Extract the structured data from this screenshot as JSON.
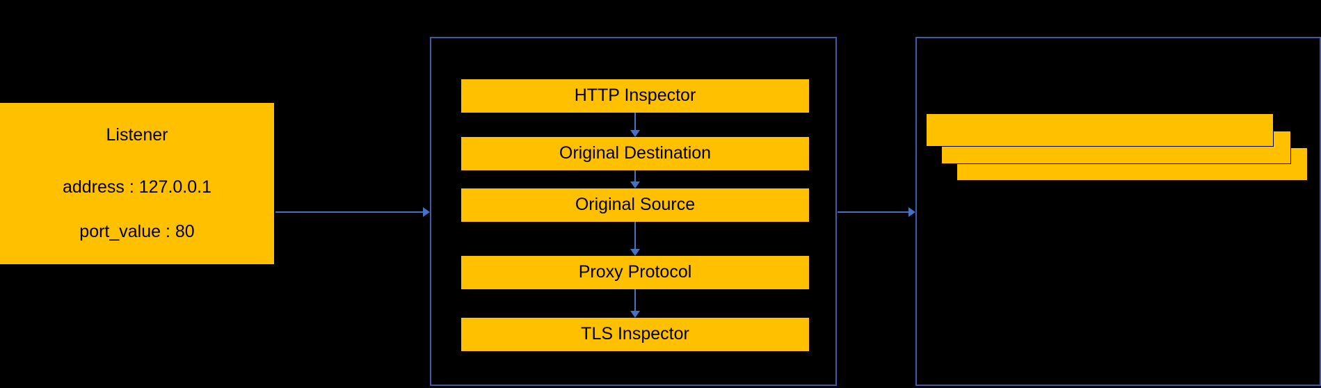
{
  "diagram": {
    "type": "flow-diagram",
    "background_color": "#000000",
    "accent_color": "#FFC000",
    "border_color": "#3E5AA8",
    "arrow_color": "#4472C4",
    "text_color": "#000000"
  },
  "listener": {
    "title": "Listener",
    "properties": [
      {
        "label": "address",
        "separator": ":",
        "value": "127.0.0.1",
        "text": "address : 127.0.0.1"
      },
      {
        "label": "port_value",
        "separator": ":",
        "value": "80",
        "text": "port_value : 80"
      }
    ]
  },
  "filter_chain": {
    "filters": [
      {
        "label": "HTTP Inspector"
      },
      {
        "label": "Original Destination"
      },
      {
        "label": "Original Source"
      },
      {
        "label": "Proxy Protocol"
      },
      {
        "label": "TLS Inspector"
      }
    ]
  },
  "clusters": {
    "cards": [
      {
        "label": ""
      },
      {
        "label": ""
      },
      {
        "label": ""
      }
    ]
  },
  "connectors": {
    "listener_to_chain": "arrow-right",
    "chain_to_clusters": "arrow-right",
    "between_filters": "arrow-down"
  }
}
